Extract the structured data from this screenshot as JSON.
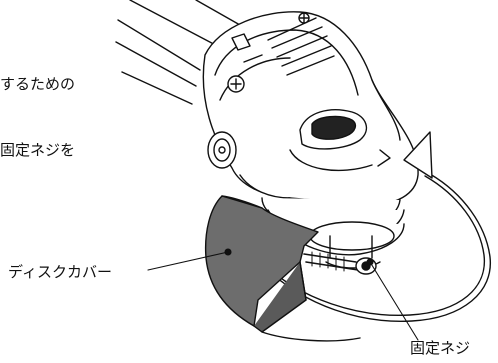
{
  "labels": {
    "partial_top_line1": "するための",
    "partial_top_line2": "固定ネジを",
    "disk_cover": "ディスクカバー",
    "fixing_screw": "固定ネジ"
  }
}
